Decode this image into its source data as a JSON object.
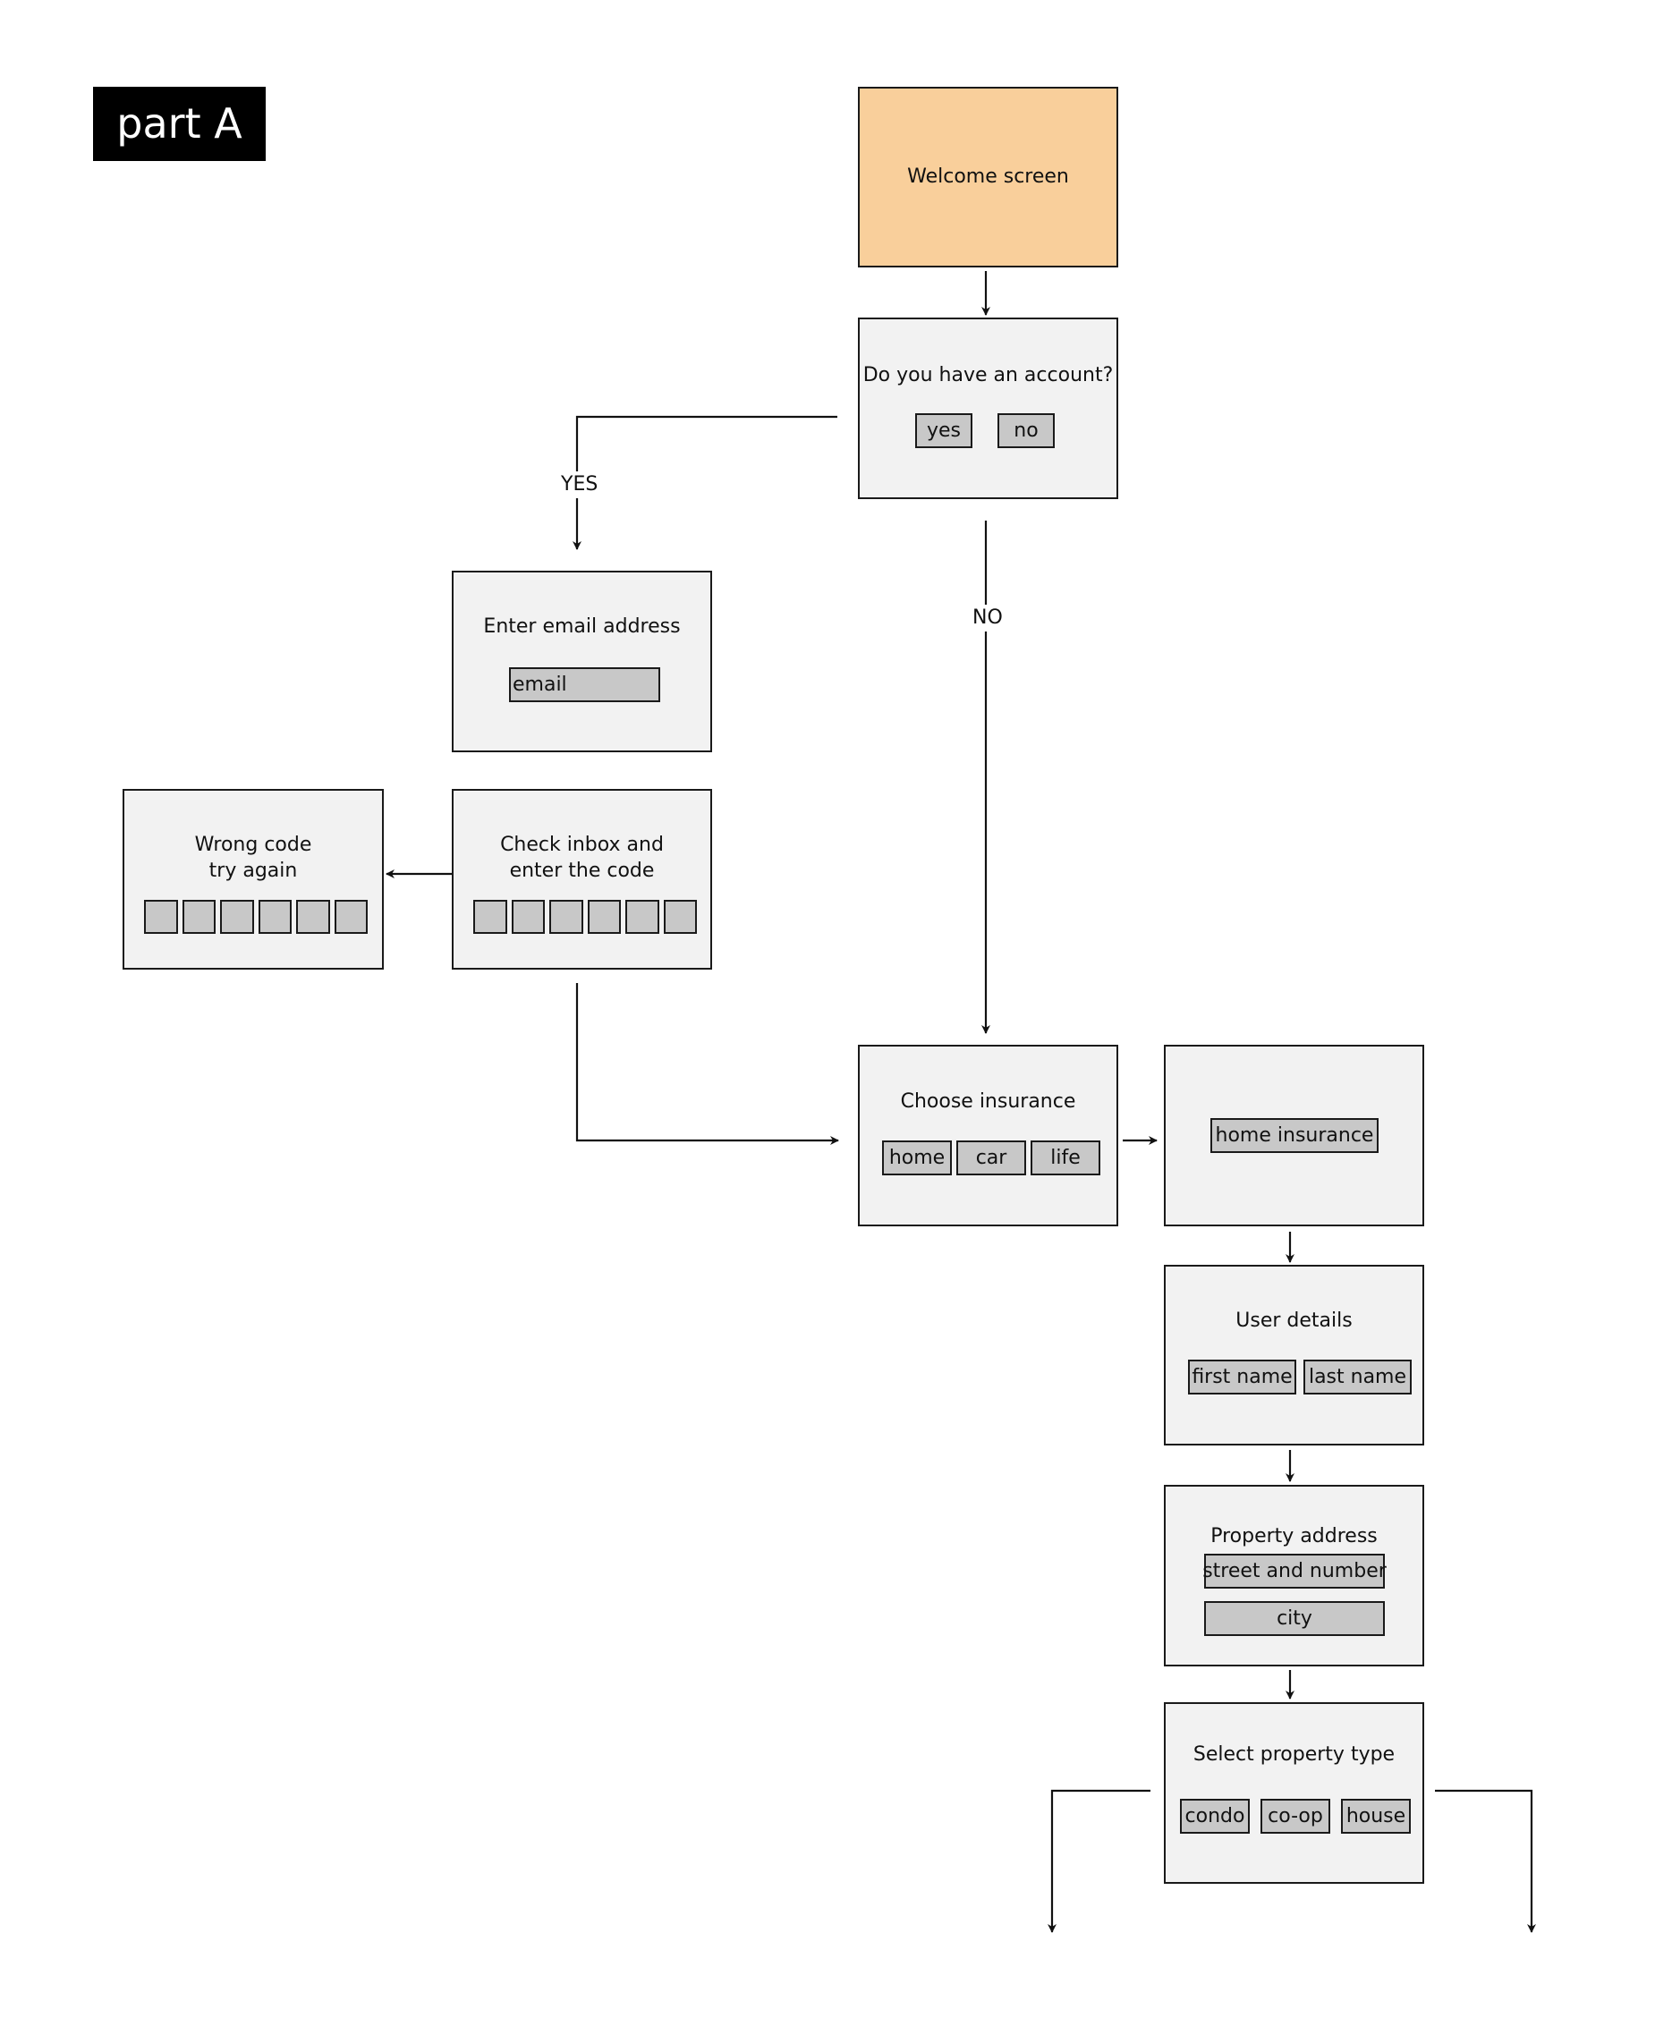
{
  "part_label": "part A",
  "edge_labels": {
    "yes": "YES",
    "no": "NO"
  },
  "screens": {
    "welcome": {
      "title": "Welcome screen"
    },
    "account": {
      "title": "Do you have an account?",
      "yes": "yes",
      "no": "no"
    },
    "email": {
      "title": "Enter email address",
      "field": "email"
    },
    "code": {
      "title_line1": "Check inbox and",
      "title_line2": "enter the code",
      "digits": 6
    },
    "wrong_code": {
      "title_line1": "Wrong code",
      "title_line2": "try again",
      "digits": 6
    },
    "choose_insurance": {
      "title": "Choose insurance",
      "options": [
        "home",
        "car",
        "life"
      ]
    },
    "home_insurance": {
      "chip": "home insurance"
    },
    "user_details": {
      "title": "User details",
      "first": "first name",
      "last": "last name"
    },
    "property_address": {
      "title": "Property address",
      "street": "street and number",
      "city": "city"
    },
    "property_type": {
      "title": "Select property type",
      "options": [
        "condo",
        "co-op",
        "house"
      ]
    }
  }
}
